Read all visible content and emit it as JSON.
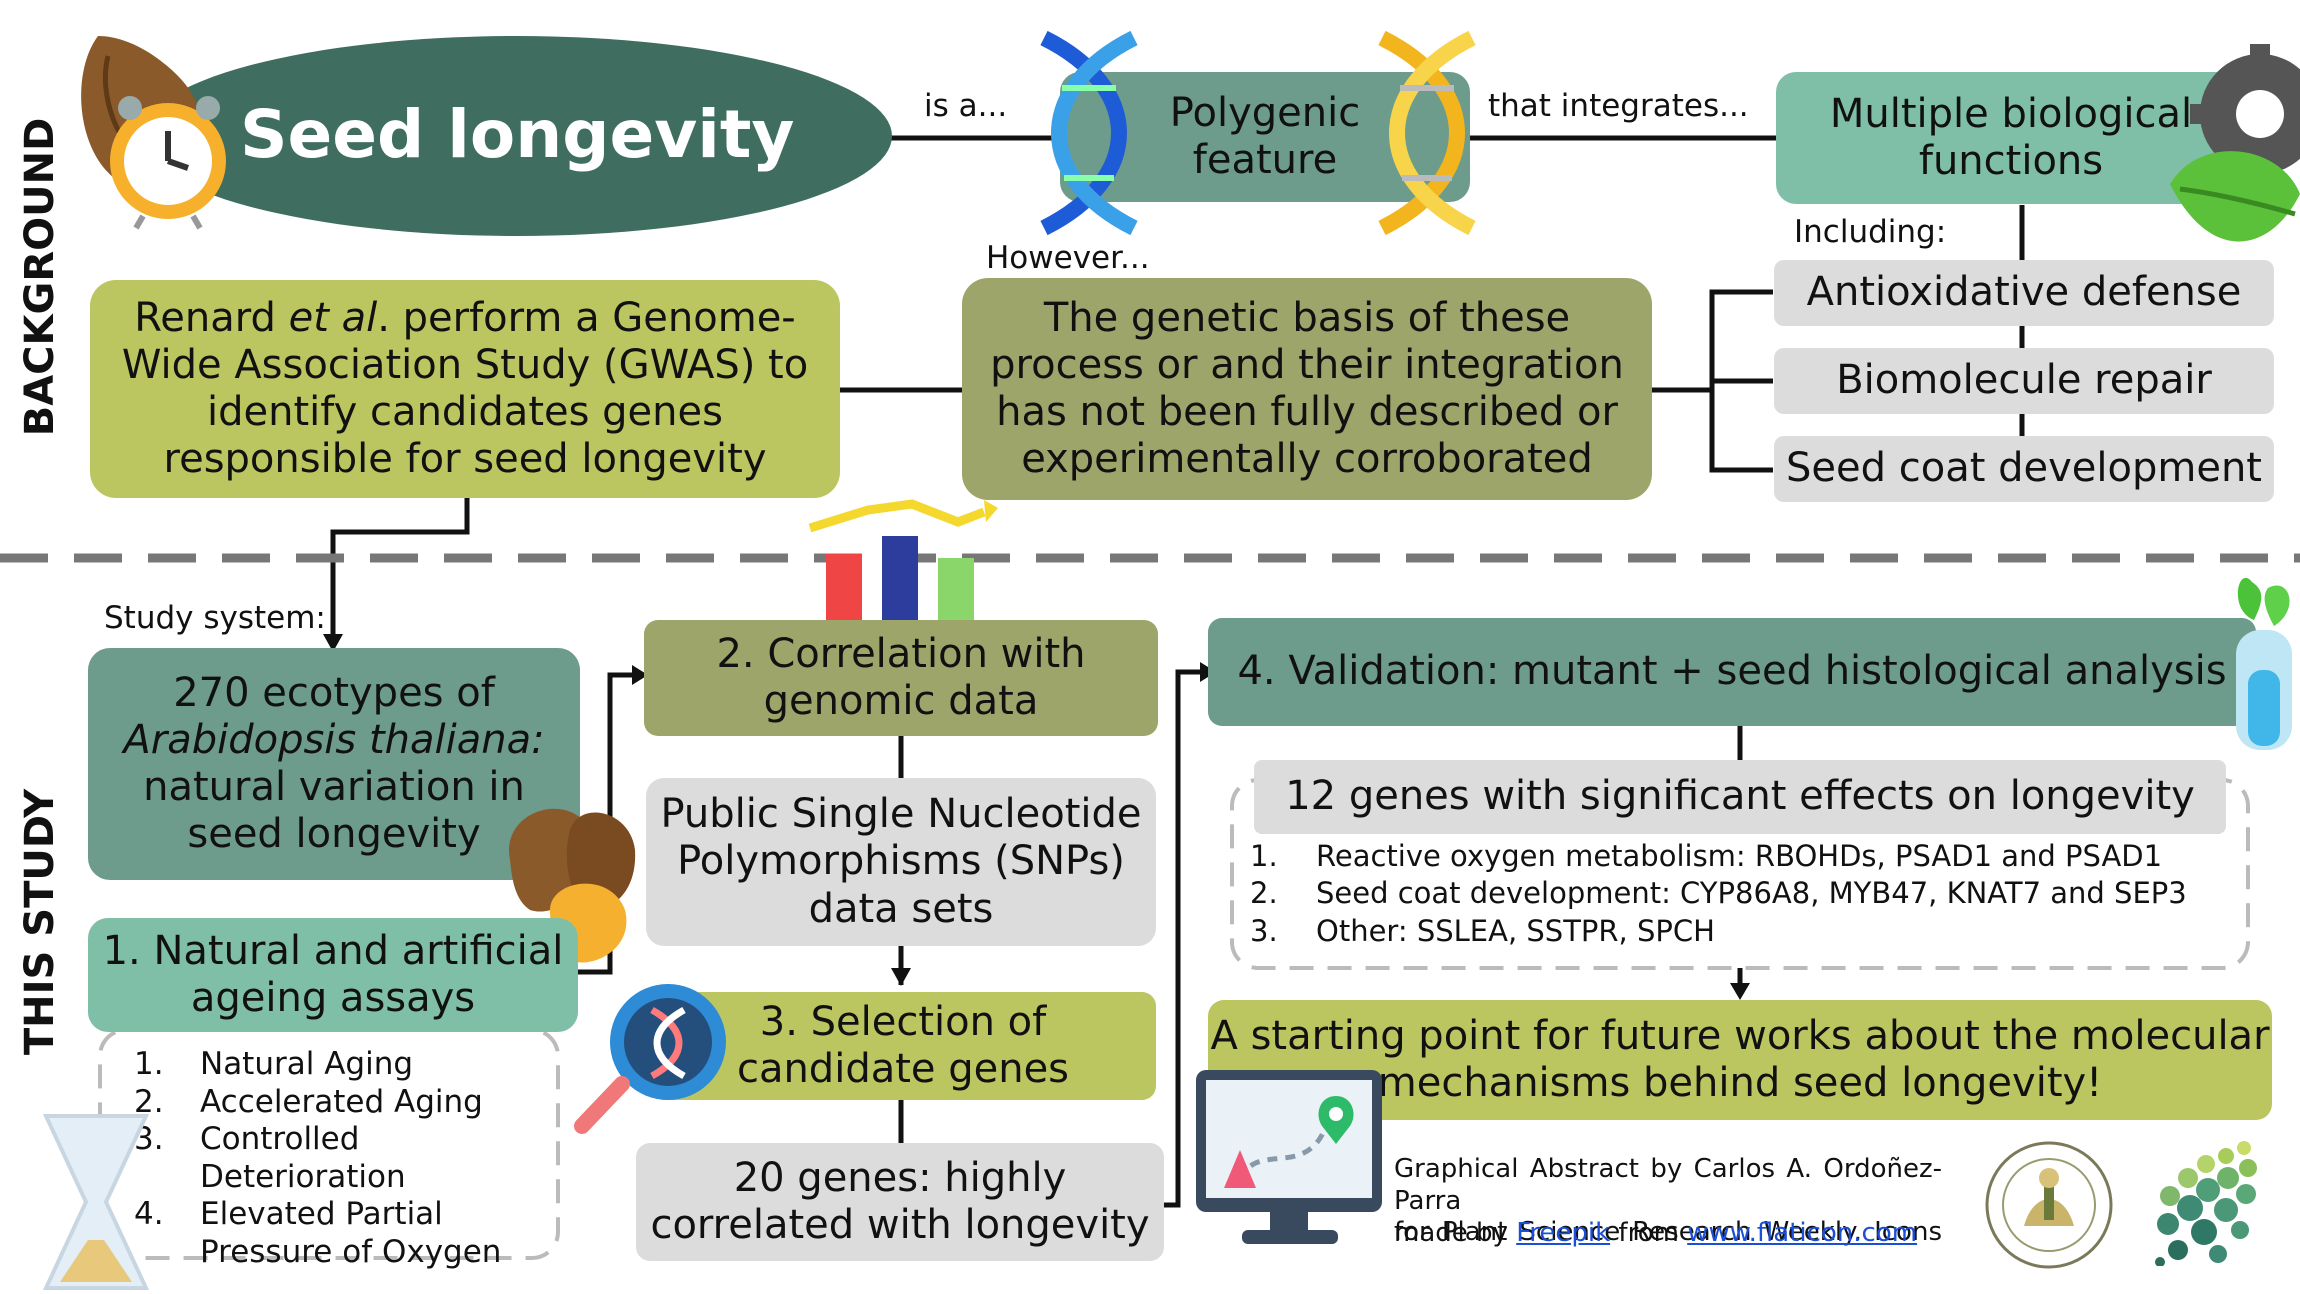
{
  "section_labels": {
    "top": "BACKGROUND",
    "bottom": "THIS STUDY"
  },
  "title": "Seed longevity",
  "connectors": {
    "is_a": "is a...",
    "integrates": "that integrates...",
    "however": "However...",
    "including": "Including:",
    "study_system": "Study system:"
  },
  "polygenic": {
    "line1": "Polygenic",
    "line2": "feature"
  },
  "multiple": {
    "line1": "Multiple biological",
    "line2": "functions"
  },
  "functions": [
    "Antioxidative defense",
    "Biomolecule repair",
    "Seed coat development"
  ],
  "gwas": {
    "line1_a": "Renard ",
    "line1_em": "et al",
    "line1_b": ". perform a Genome-",
    "line2": "Wide Association Study (GWAS) to",
    "line3": "identify candidates genes",
    "line4": "responsible for seed longevity"
  },
  "genetic_basis": {
    "line1": "The genetic basis of these",
    "line2": "process or and their integration",
    "line3": "has not been fully described or",
    "line4": "experimentally corroborated"
  },
  "ecotypes": {
    "line1": "270 ecotypes of",
    "line2": "Arabidopsis thaliana:",
    "line3": "natural variation in",
    "line4": "seed longevity"
  },
  "step1": {
    "line1": "1. Natural and artificial",
    "line2": "ageing assays"
  },
  "assays": [
    {
      "n": "1.",
      "text": "Natural Aging"
    },
    {
      "n": "2.",
      "text": "Accelerated Aging"
    },
    {
      "n": "3.",
      "text": "Controlled Deterioration"
    },
    {
      "n": "4.",
      "text": "Elevated Partial"
    },
    {
      "n": "",
      "text": "Pressure of Oxygen"
    }
  ],
  "step2": {
    "line1": "2. Correlation with",
    "line2": "genomic data"
  },
  "snps": {
    "line1": "Public Single Nucleotide",
    "line2": "Polymorphisms (SNPs)",
    "line3": "data sets"
  },
  "step3": {
    "line1": "3. Selection of",
    "line2": "candidate genes"
  },
  "genes20": {
    "line1": "20 genes: highly",
    "line2": "correlated with longevity"
  },
  "step4": "4. Validation: mutant + seed histological analysis",
  "genes12": "12 genes with significant effects on longevity",
  "effects": [
    {
      "n": "1.",
      "text": "Reactive oxygen metabolism: RBOHDs, PSAD1 and PSAD1"
    },
    {
      "n": "2.",
      "text": "Seed coat development: CYP86A8, MYB47, KNAT7 and SEP3"
    },
    {
      "n": "3.",
      "text": "Other: SSLEA, SSTPR, SPCH"
    }
  ],
  "conclusion": {
    "line1": "A starting point for future works about the molecular",
    "line2": "mechanisms behind seed longevity!"
  },
  "credits": {
    "line1": "Graphical Abstract by Carlos A. Ordoñez-Parra",
    "line2": "for Plant Science Research Weekly. Icons",
    "line3_a": "made by ",
    "link1": "Freepik",
    "line3_b": " from ",
    "link2": "www.flaticon.com"
  },
  "colors": {
    "dark_green": "#3f6d5f",
    "olive": "#9ea56a",
    "lime": "#bcc661",
    "teal": "#6e9c8c",
    "mint": "#7fbfa8",
    "grey": "#dcdcdc",
    "link": "#1a4fd6"
  }
}
